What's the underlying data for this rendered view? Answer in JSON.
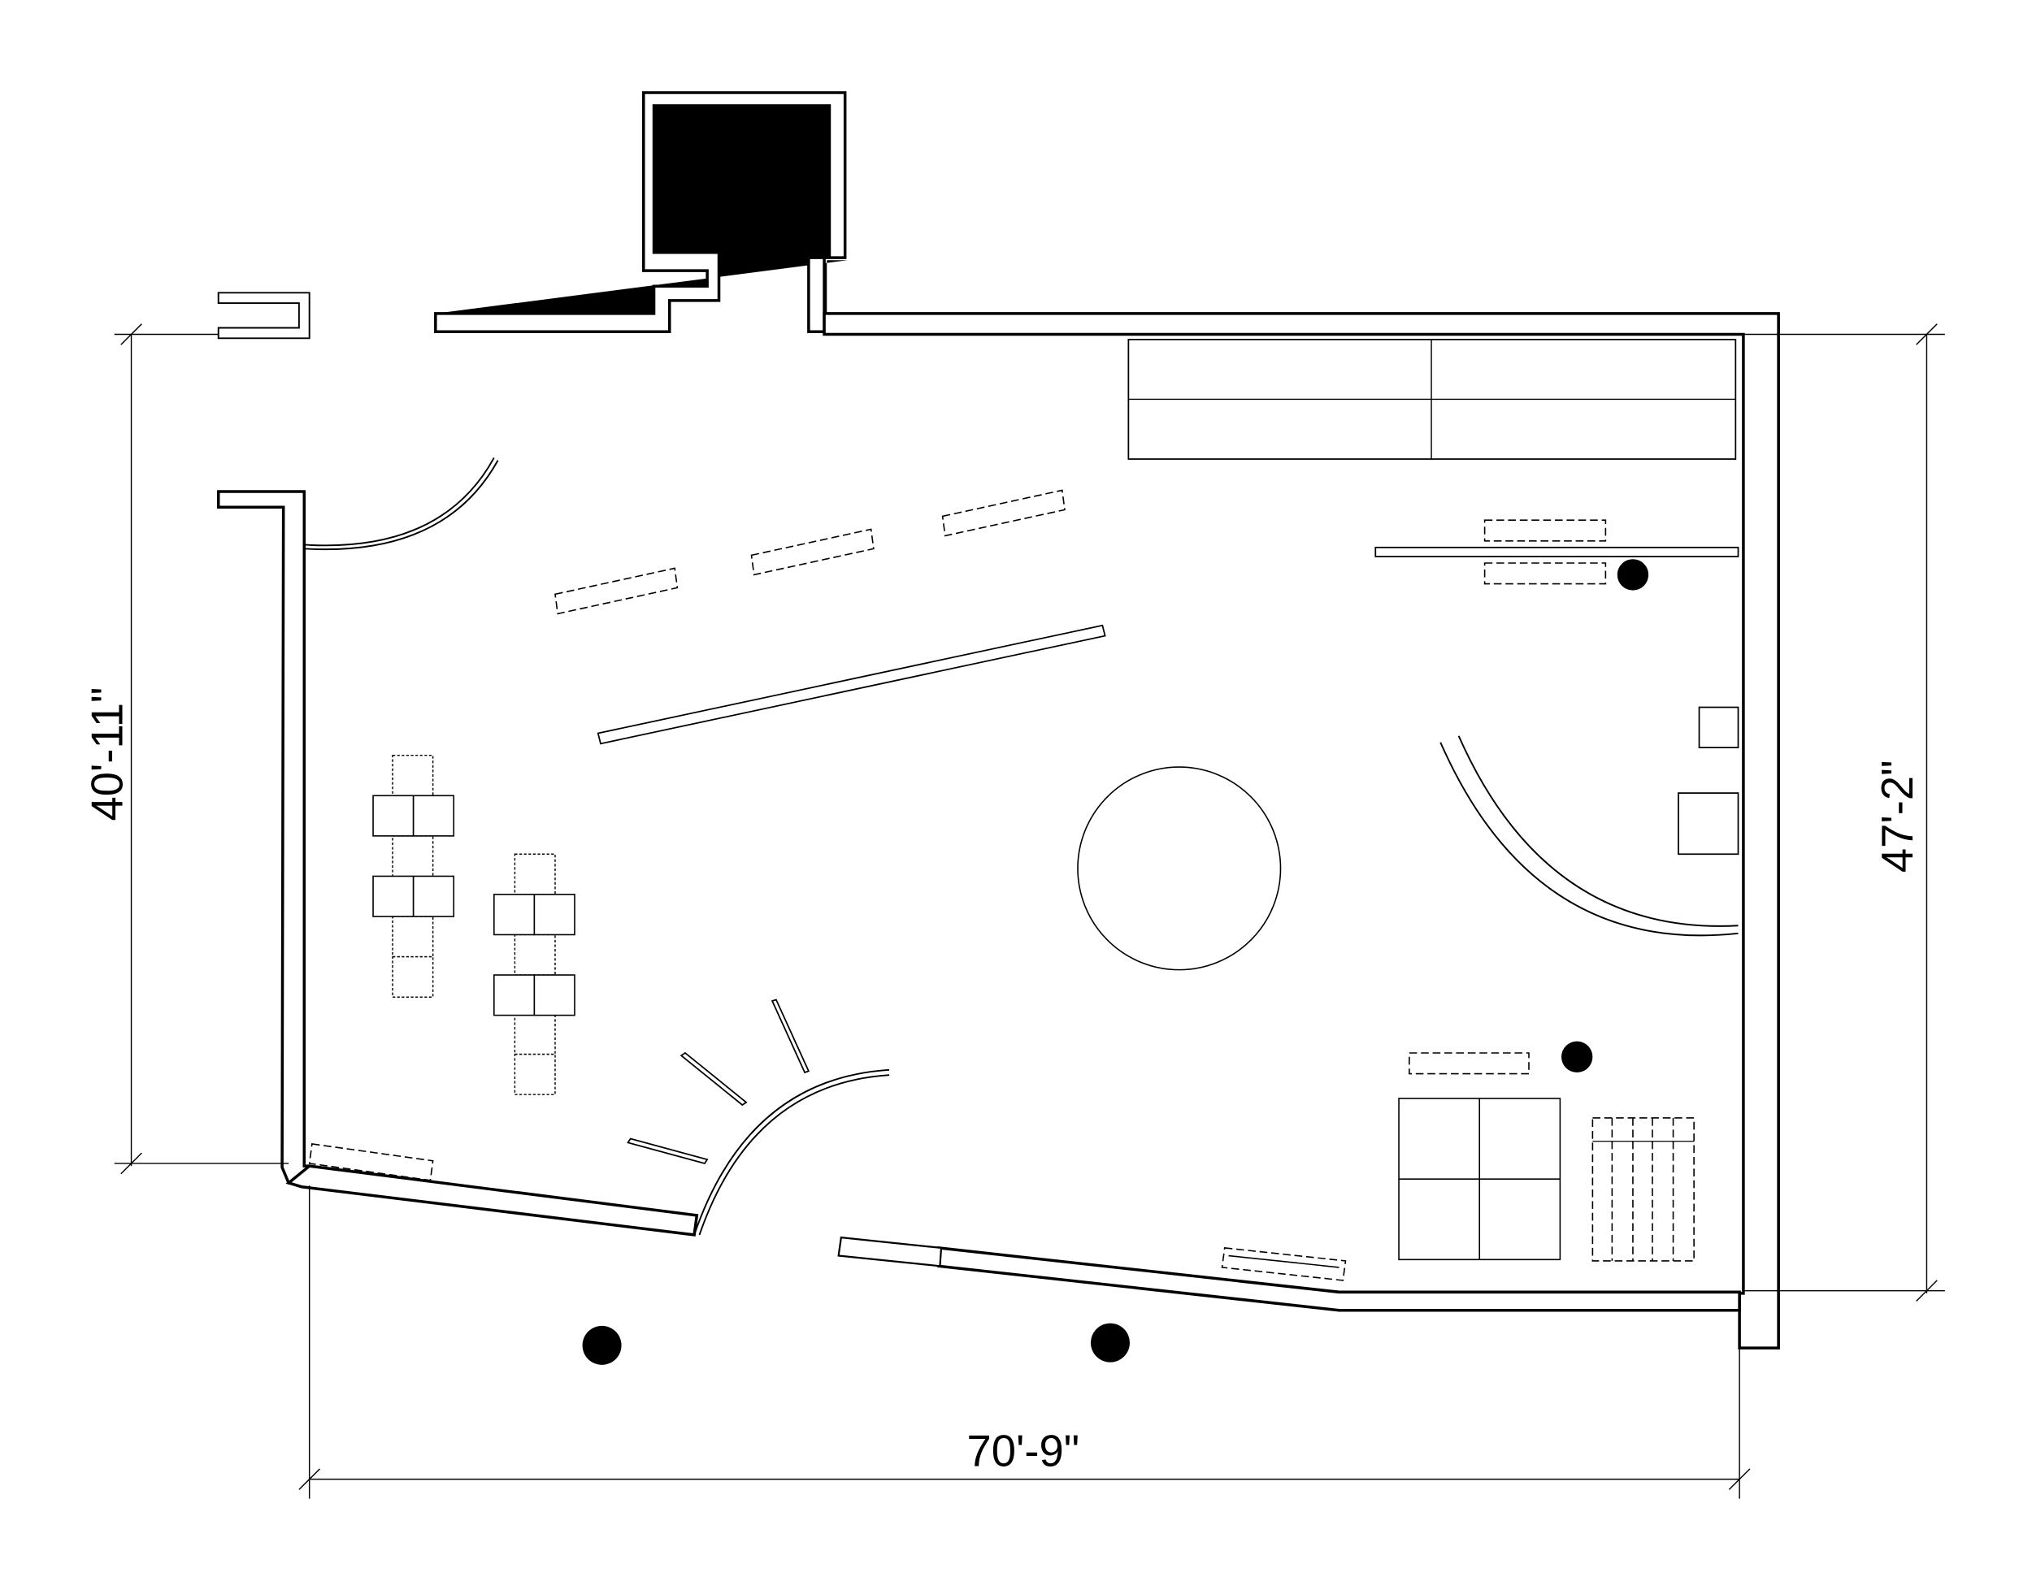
{
  "dimensions": {
    "left": "40'-11\"",
    "right": "47'-2\"",
    "bottom": "70'-9\""
  },
  "colors": {
    "line": "#000000",
    "background": "#ffffff"
  }
}
